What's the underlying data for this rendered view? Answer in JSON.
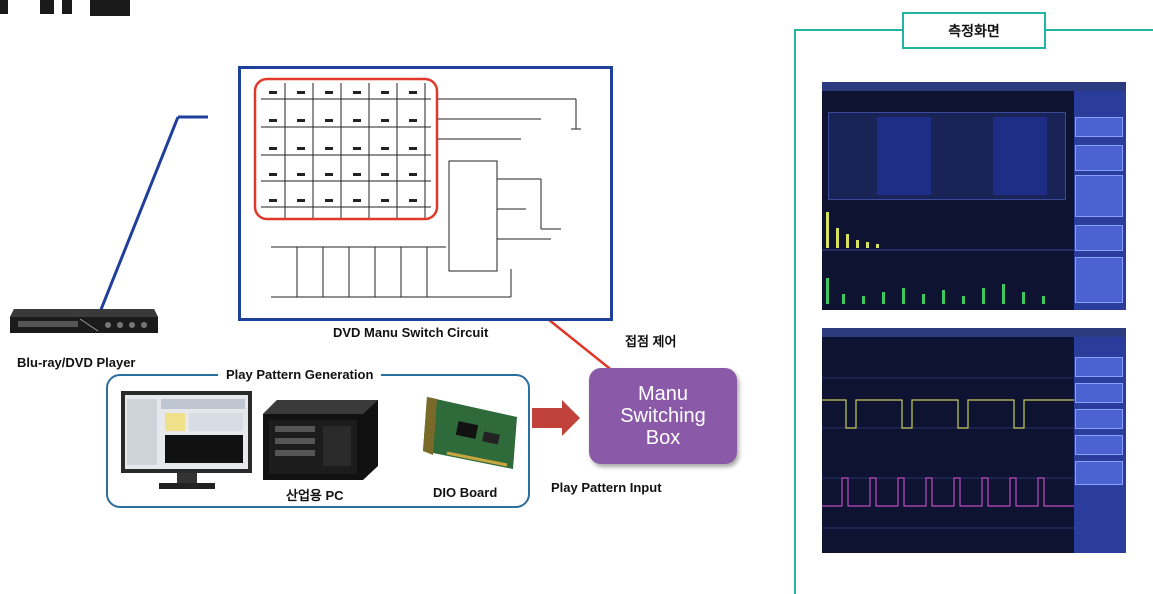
{
  "circuit": {
    "label": "DVD Manu Switch Circuit"
  },
  "player": {
    "label": "Blu-ray/DVD Player"
  },
  "pattern_group": {
    "title": "Play Pattern Generation",
    "pc_label": "산업용 PC",
    "dio_label": "DIO Board"
  },
  "manu_box": {
    "line1": "Manu",
    "line2": "Switching",
    "line3": "Box"
  },
  "play_input_label": "Play Pattern Input",
  "contact_control_label": "접점 제어",
  "measure": {
    "title": "측정화면"
  },
  "colors": {
    "circuit_border": "#1e3f9a",
    "highlight": "#e0382b",
    "group_border": "#2b6f9e",
    "manu_box": "#8a5aa8",
    "teal": "#22b3a3"
  }
}
